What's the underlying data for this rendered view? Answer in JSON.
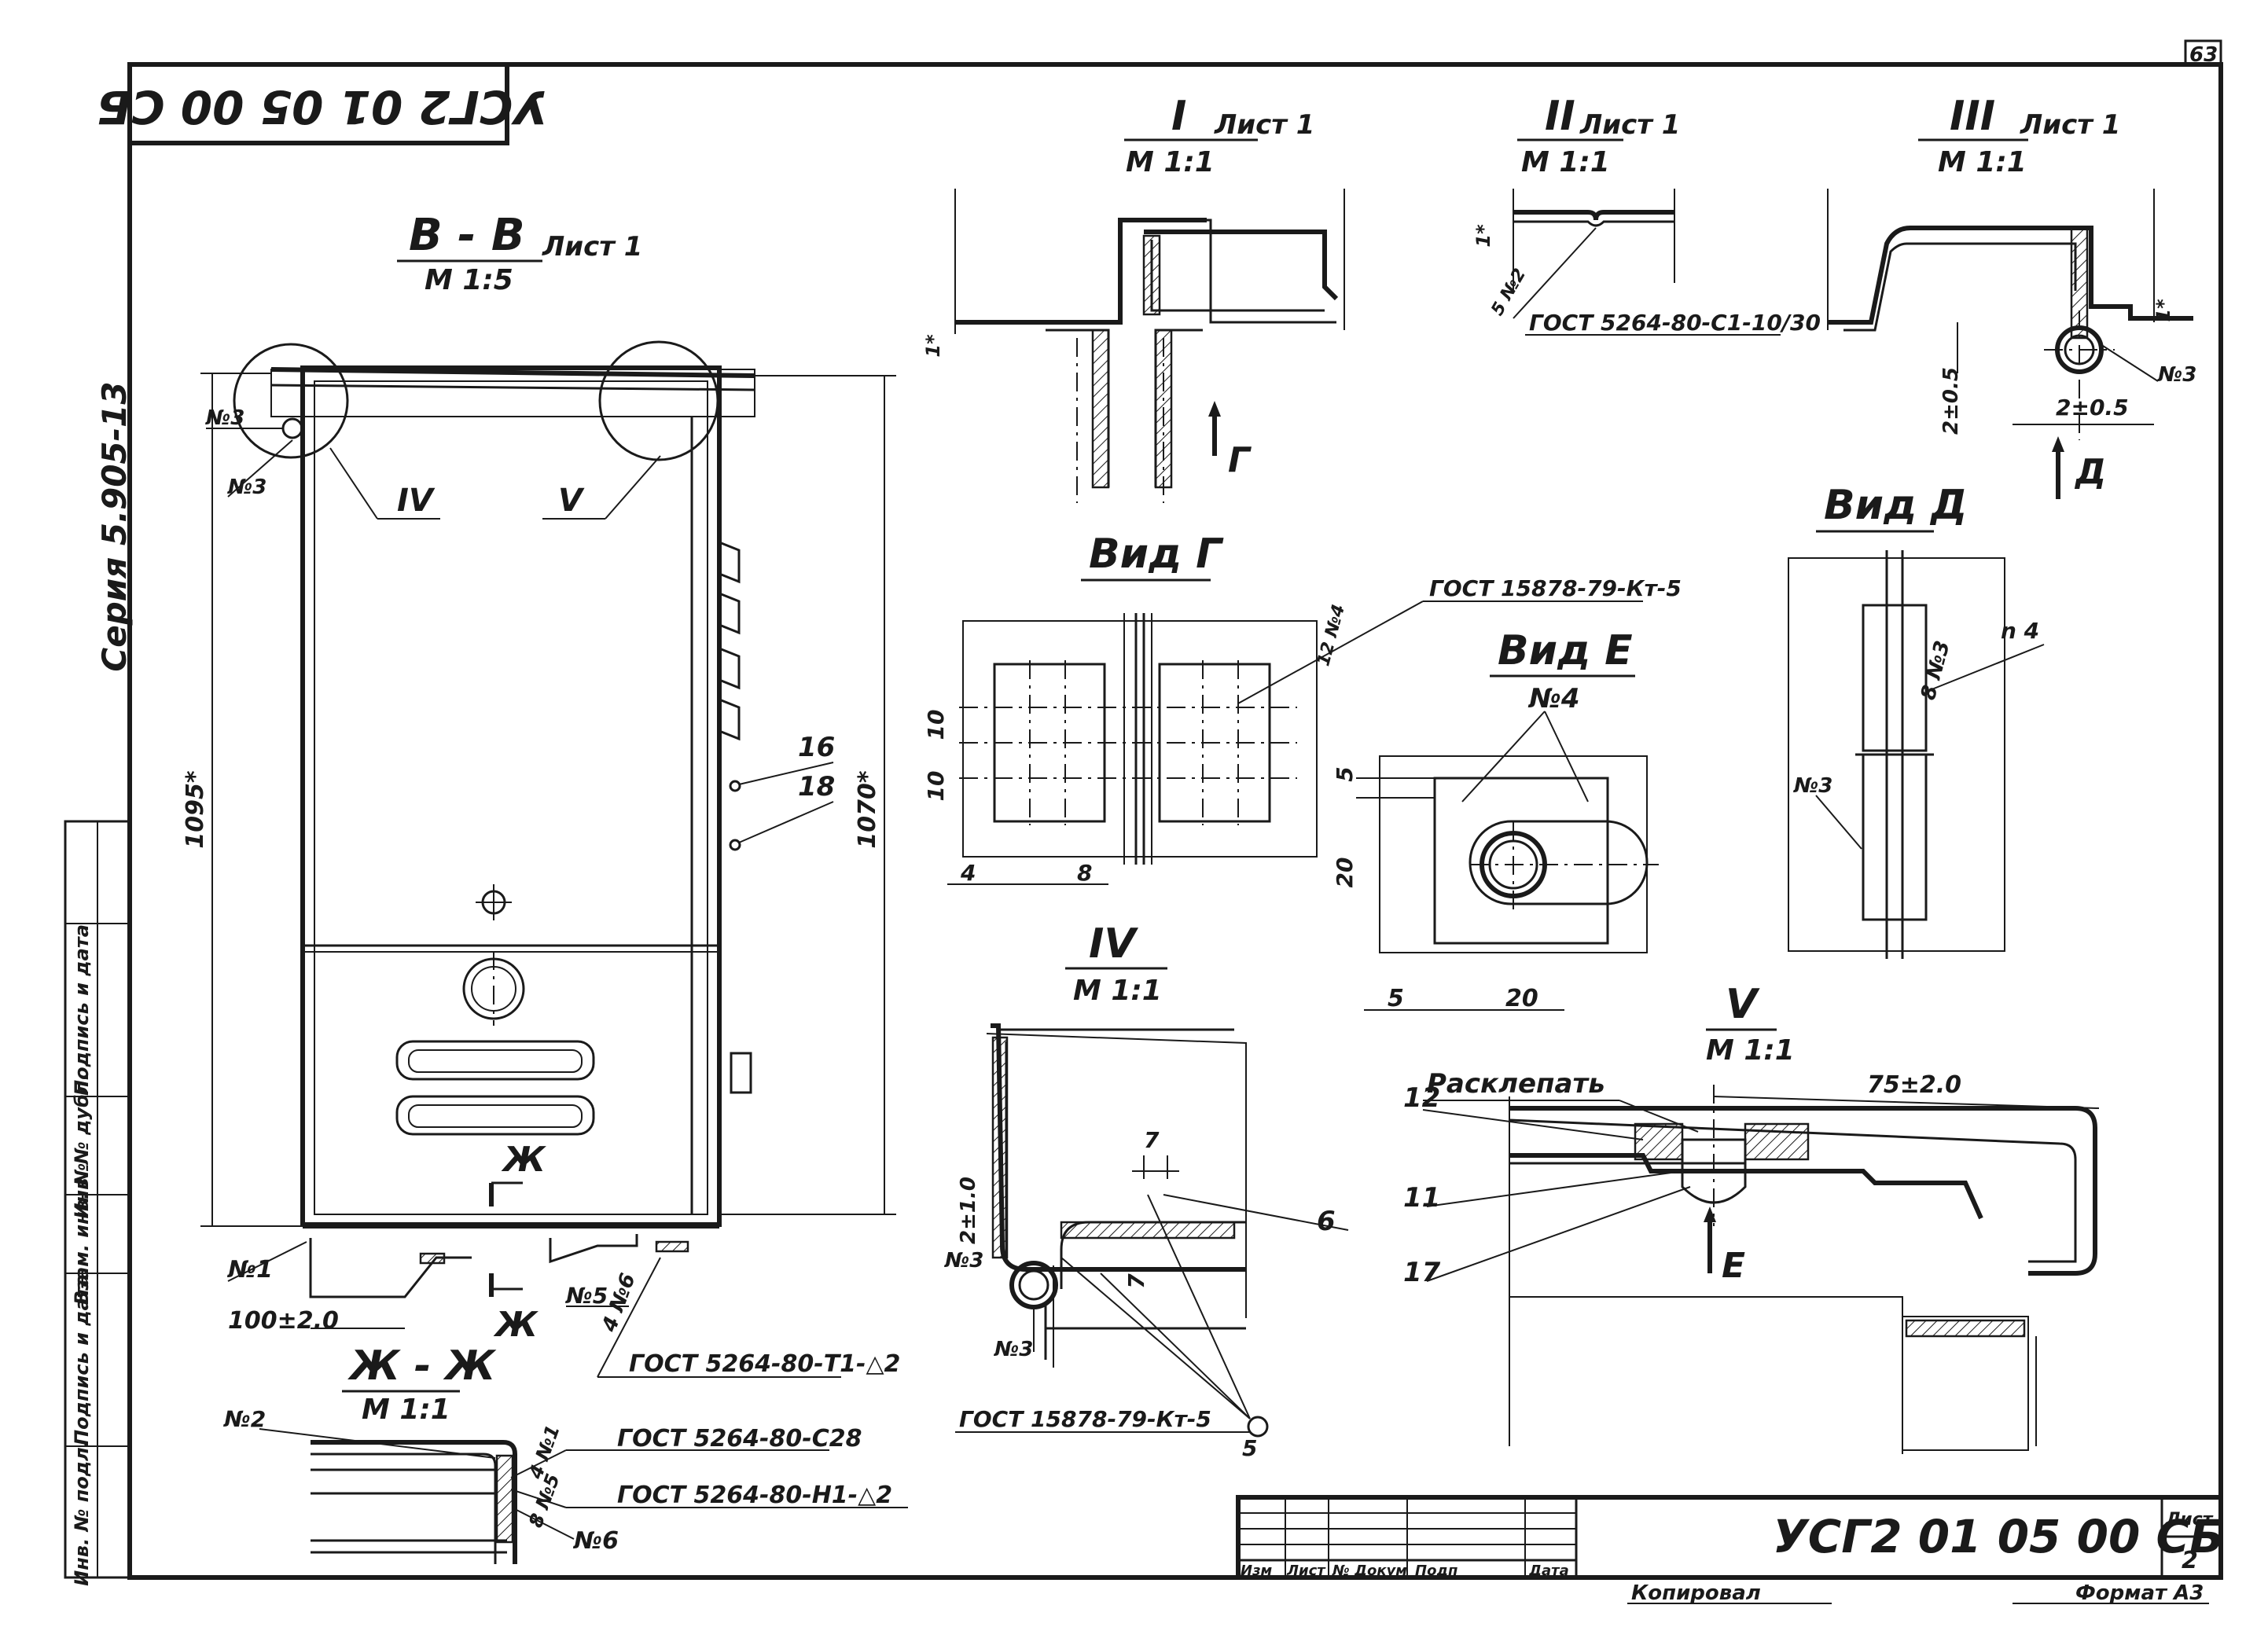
{
  "sheet_corner_number": "63",
  "doc_code_stamp": "УСГ2 01 05 00 СБ",
  "series_label": "Серия 5.905-13",
  "views": {
    "bb": {
      "title": "В - В",
      "scale": "М 1:5",
      "sheet": "Лист 1"
    },
    "v1": {
      "title": "I",
      "scale": "М 1:1",
      "sheet": "Лист 1"
    },
    "v2": {
      "title": "II",
      "scale": "М 1:1",
      "sheet": "Лист 1"
    },
    "v3": {
      "title": "III",
      "scale": "М 1:1",
      "sheet": "Лист 1"
    },
    "vid_g": {
      "title": "Вид Г"
    },
    "vid_d": {
      "title": "Вид Д"
    },
    "vid_e": {
      "title": "Вид Е"
    },
    "v4": {
      "title": "IV",
      "scale": "М 1:1"
    },
    "v5": {
      "title": "V",
      "scale": "М 1:1"
    },
    "zh": {
      "title": "Ж - Ж",
      "scale": "М 1:1"
    }
  },
  "labels": {
    "circle_iv": "IV",
    "circle_v": "V",
    "arrow_g": "Г",
    "arrow_d": "Д",
    "arrow_e": "Е",
    "arrow_zh": "Ж",
    "riveting": "Расклепать",
    "pos_1": "№1",
    "pos_2": "№2",
    "pos_3": "№3",
    "pos_4": "№4",
    "pos_5": "№5",
    "pos_6": "№6",
    "pos_16": "16",
    "pos_18": "18",
    "pos_12": "12",
    "pos_11": "11",
    "pos_17": "17",
    "pos_6b": "6",
    "callout_5": "5",
    "weld_12n4": "12 №4",
    "weld_8n3": "8 №3",
    "weld_n4": "n 4",
    "weld_4n1": "4 №1",
    "weld_8n5": "8 №5",
    "weld_4n6": "4 №6",
    "weld_5n2": "5 №2",
    "gost_gmt": "ГОСТ 15878-79-Кт-5",
    "gost_c1": "ГОСТ 5264-80-С1-10/30",
    "gost_t1": "ГОСТ 5264-80-Т1-△2",
    "gost_c28": "ГОСТ 5264-80-С28",
    "gost_h1": "ГОСТ 5264-80-Н1-△2",
    "gost_km_bottom": "ГОСТ 15878-79-Кт-5"
  },
  "dims": {
    "d1095": "1095*",
    "d1070": "1070*",
    "d100": "100±2.0",
    "d1star": "1*",
    "d2_05": "2±0.5",
    "d2_05b": "2±0.5",
    "d10a": "10",
    "d10b": "10",
    "d4": "4",
    "d8": "8",
    "d5e": "5",
    "d20e": "20",
    "d5h": "5",
    "d20h": "20",
    "d7a": "7",
    "d7b": "7",
    "d2_10": "2±1.0",
    "d75": "75±2.0"
  },
  "title_block": {
    "designation": "УСГ2 01 05 00 СБ",
    "sheet_label": "Лист",
    "sheet_number": "2",
    "col_headers": [
      "Изм",
      "Лист",
      "№ Докум",
      "Подп",
      "Дата"
    ],
    "copied_by": "Копировал",
    "format": "Формат А3"
  },
  "side_stamp": [
    "Инв. № подл.",
    "Подпись и дата",
    "Взам. инв. №",
    "Инв. № дубл.",
    "Подпись и дата"
  ]
}
